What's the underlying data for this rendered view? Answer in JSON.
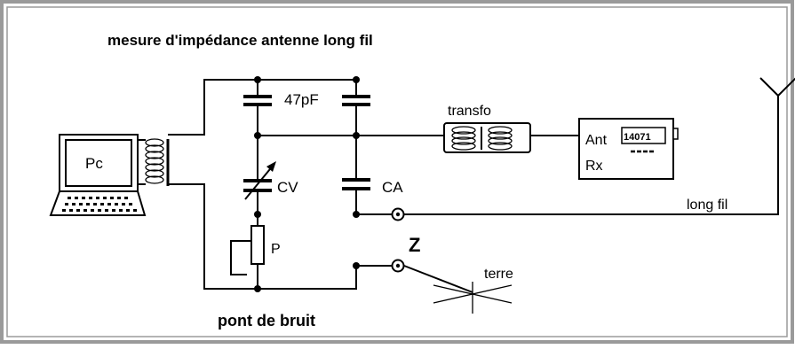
{
  "title": "mesure d'impédance antenne long fil",
  "caption": "pont de bruit",
  "labels": {
    "pc": "Pc",
    "cap_top": "47pF",
    "cv": "CV",
    "ca": "CA",
    "p": "P",
    "z": "Z",
    "transfo": "transfo",
    "ant": "Ant",
    "rx": "Rx",
    "freq_display": "14071",
    "long_fil": "long fil",
    "terre": "terre"
  },
  "colors": {
    "line": "#000000",
    "background": "#ffffff",
    "frame_gray": "#9a9a9a"
  }
}
